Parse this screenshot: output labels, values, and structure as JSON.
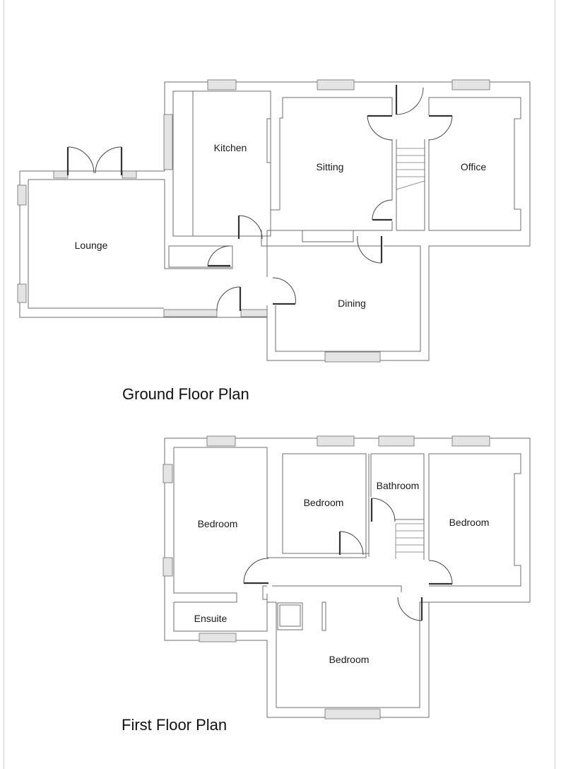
{
  "ground_floor": {
    "title": "Ground Floor Plan",
    "rooms": [
      {
        "label": "Kitchen"
      },
      {
        "label": "Sitting"
      },
      {
        "label": "Office"
      },
      {
        "label": "Lounge"
      },
      {
        "label": "Dining"
      }
    ]
  },
  "first_floor": {
    "title": "First Floor Plan",
    "rooms": [
      {
        "label": "Bedroom"
      },
      {
        "label": "Bedroom"
      },
      {
        "label": "Bathroom"
      },
      {
        "label": "Bedroom"
      },
      {
        "label": "Ensuite"
      },
      {
        "label": "Bedroom"
      }
    ]
  },
  "colors": {
    "wall_line": "#6e6e6e",
    "window_fill": "#e4e4e4",
    "background": "#ffffff",
    "text": "#1a1a1a"
  }
}
